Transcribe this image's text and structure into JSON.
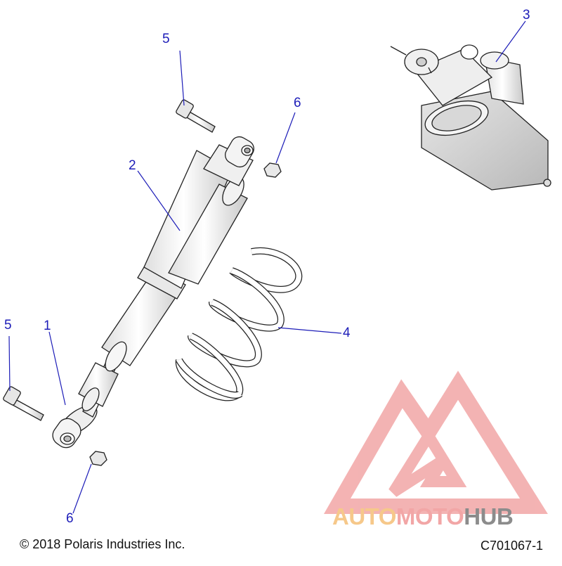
{
  "callouts": {
    "c1": "1",
    "c2": "2",
    "c3": "3",
    "c4": "4",
    "c5_top": "5",
    "c5_left": "5",
    "c6_top": "6",
    "c6_bottom": "6"
  },
  "footer": {
    "copyright": "© 2018 Polaris Industries Inc.",
    "drawing_id": "C701067-1"
  },
  "watermark": {
    "part1": "AUTO",
    "part2": "MOTO",
    "part3": "HUB",
    "colors": {
      "orange": "#f6c88a",
      "pink": "#f2a6a6",
      "gray": "#8c8c8c"
    }
  },
  "colors": {
    "callout": "#1d1db8",
    "line": "#1d1db8"
  }
}
